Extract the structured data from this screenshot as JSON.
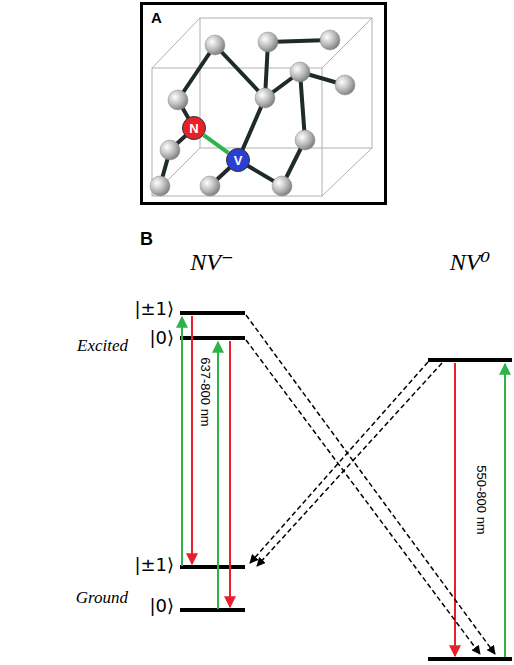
{
  "diagram": {
    "nodes": [
      {
        "text": [
          "A"
        ]
      },
      {
        "text": [
          "N"
        ],
        "in": 0
      },
      {
        "text": [
          "V"
        ],
        "in": 0
      }
    ],
    "edges": [
      {
        "from": 1,
        "to": 2,
        "arrow": "none"
      }
    ],
    "labels": [
      "B",
      "NV⁻",
      "NV⁰",
      "|±1⟩",
      "|0⟩",
      "Excited",
      "Ground",
      "|±1⟩",
      "|0⟩",
      "637-800 nm",
      "550-800 nm"
    ]
  }
}
